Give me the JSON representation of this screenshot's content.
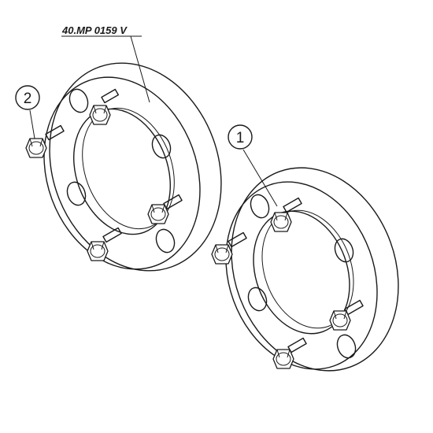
{
  "part_label": "40.MP 0159 V",
  "callouts": [
    {
      "number": "1"
    },
    {
      "number": "2"
    }
  ]
}
